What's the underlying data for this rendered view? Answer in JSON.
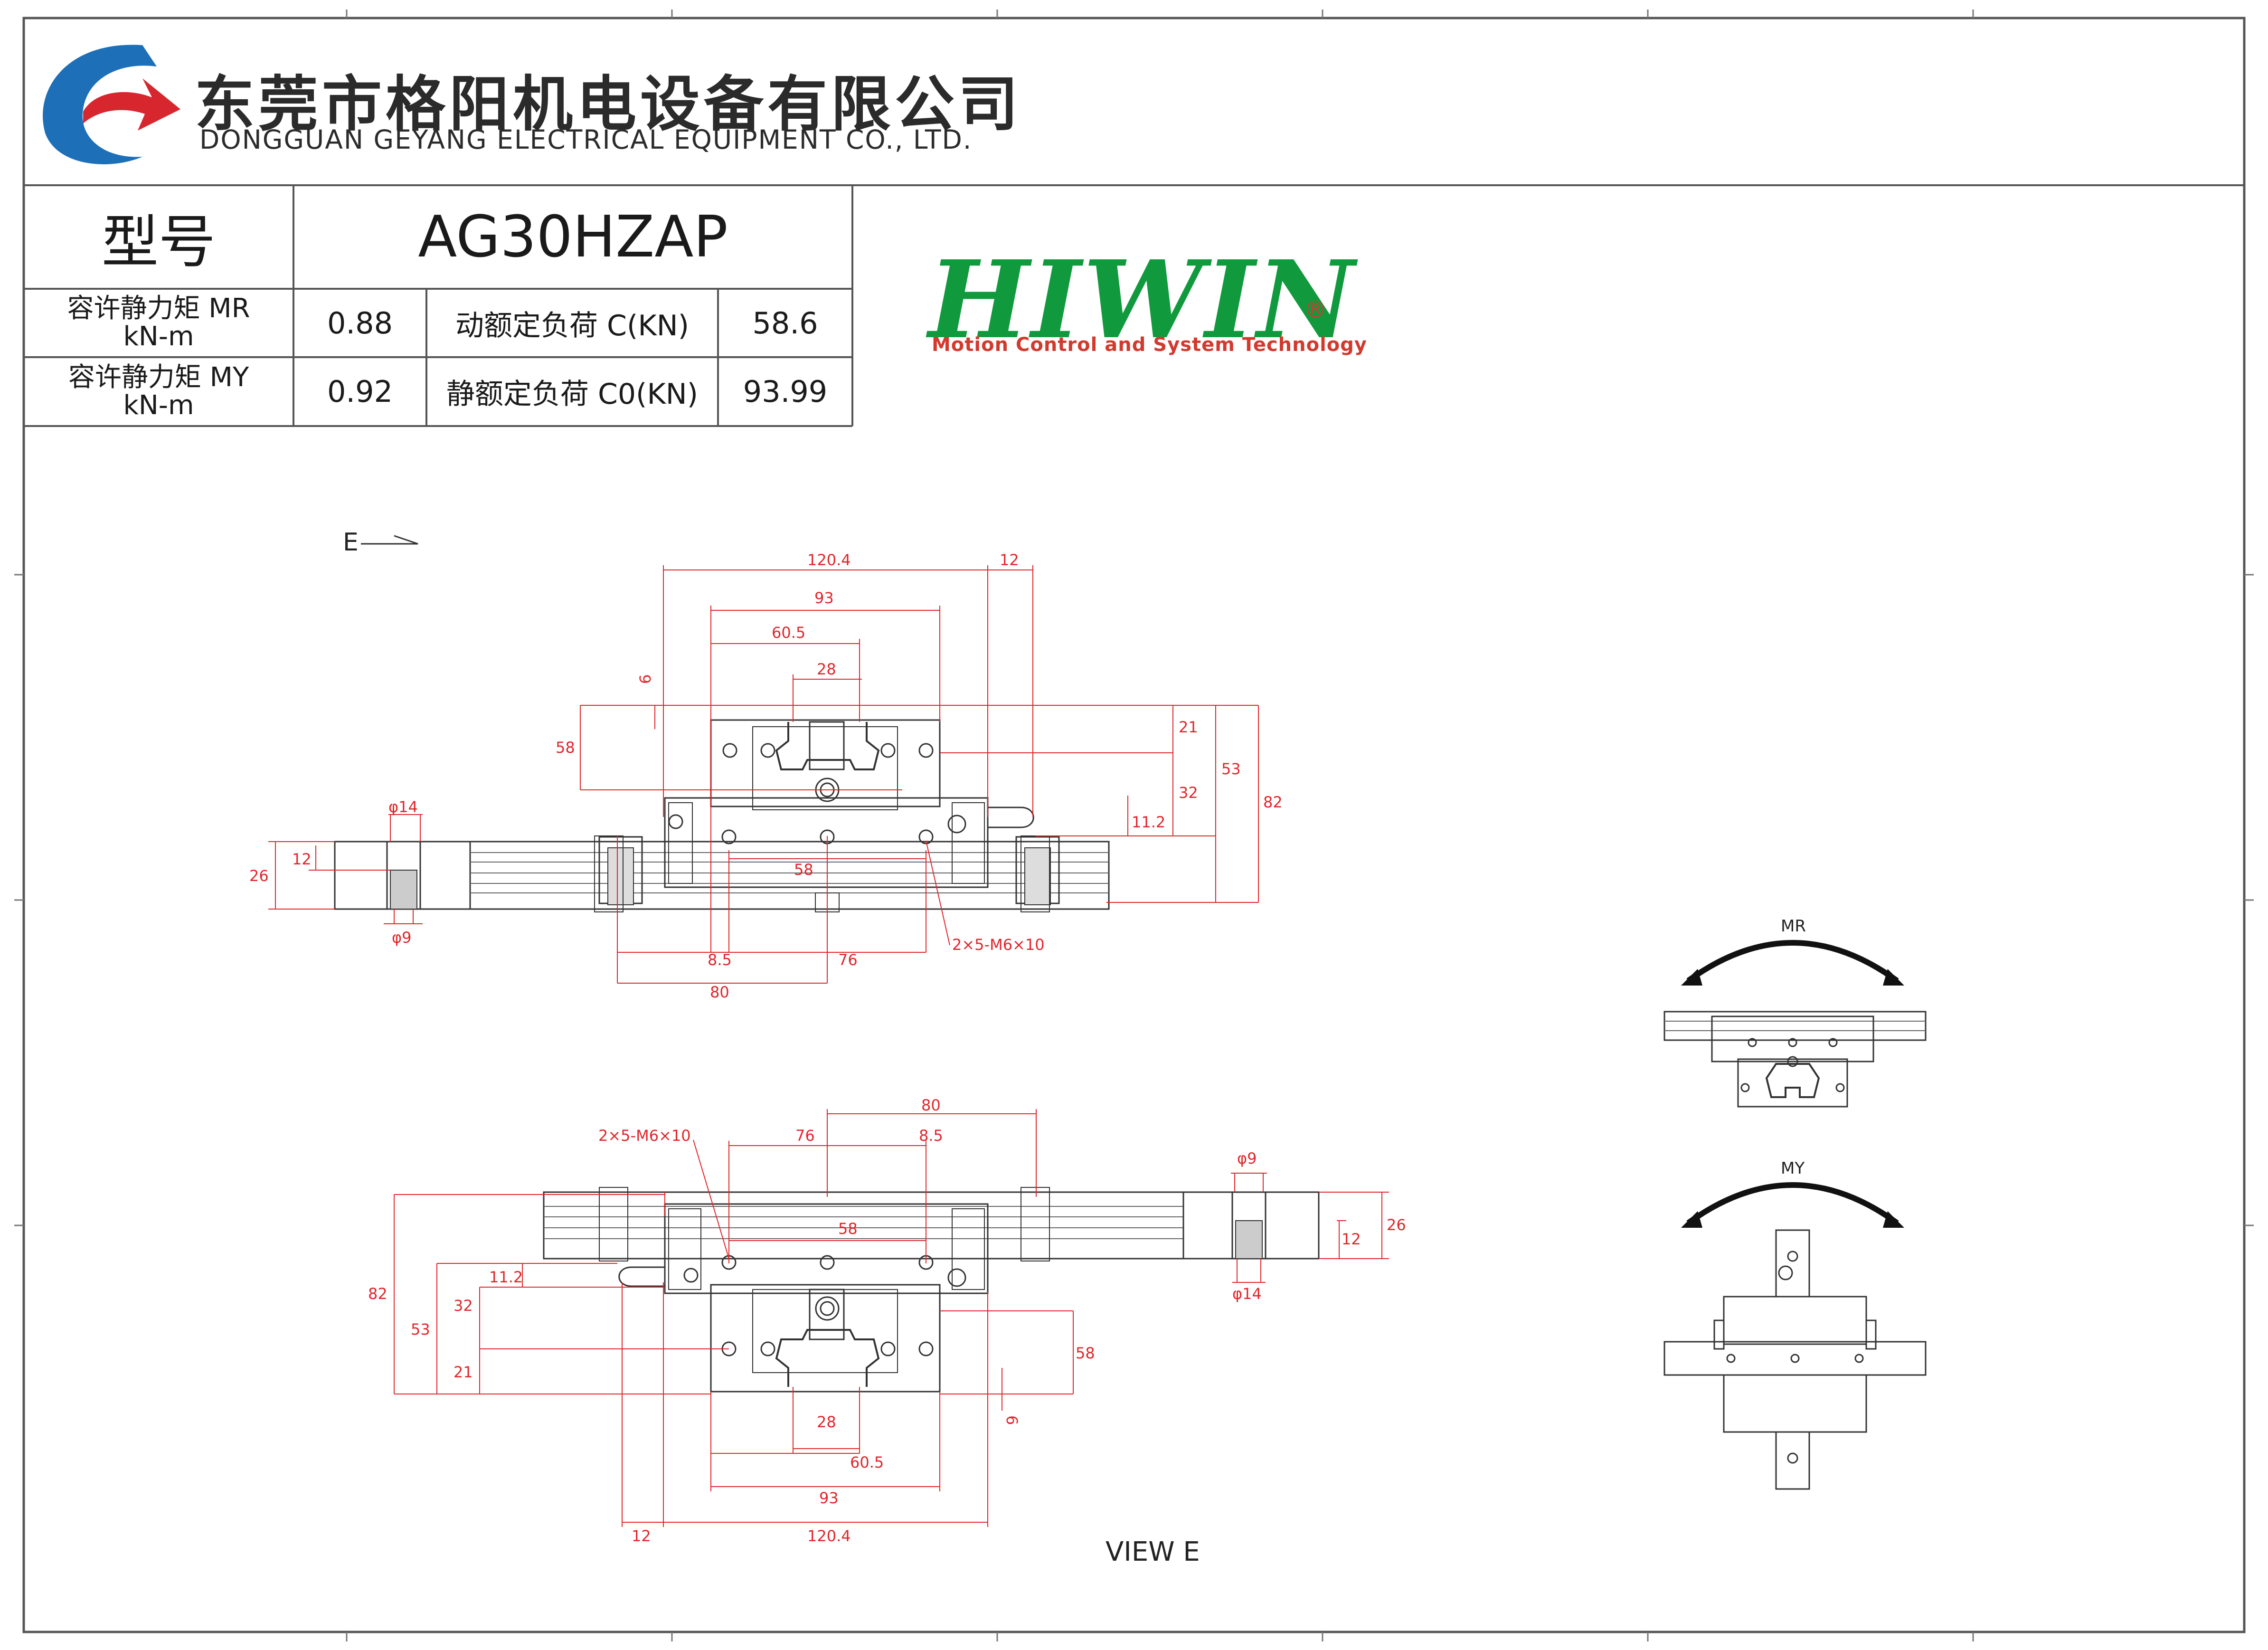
{
  "company": {
    "name_cn": "东莞市格阳机电设备有限公司",
    "name_en": "DONGGUAN GEYANG  ELECTRICAL EQUIPMENT CO., LTD."
  },
  "spec_table": {
    "model_label": "型号",
    "model_value": "AG30HZAP",
    "rows": [
      {
        "label": "容许静力矩 MR",
        "unit": "kN-m",
        "value": "0.88",
        "load_label": "动额定负荷 C(KN)",
        "load_value": "58.6"
      },
      {
        "label": "容许静力矩 MY",
        "unit": "kN-m",
        "value": "0.92",
        "load_label": "静额定负荷 C0(KN)",
        "load_value": "93.99"
      }
    ]
  },
  "brand": {
    "name": "HIWIN",
    "registered": "®",
    "tagline": "Motion Control and System Technology"
  },
  "drawing": {
    "view_marker": "E",
    "view_label": "VIEW E",
    "moment_r": "MR",
    "moment_y": "MY",
    "top_view_dims": [
      "120.4",
      "12",
      "93",
      "60.5",
      "28",
      "6",
      "58",
      "21",
      "53",
      "82",
      "32",
      "11.2",
      "58",
      "8.5",
      "76",
      "80",
      "2×5-M6×10",
      "φ14",
      "φ9",
      "26",
      "12"
    ],
    "bottom_view_dims": [
      "80",
      "76",
      "8.5",
      "2×5-M6×10",
      "58",
      "φ9",
      "φ14",
      "26",
      "12",
      "11.2",
      "32",
      "53",
      "82",
      "21",
      "58",
      "6",
      "28",
      "60.5",
      "93",
      "12",
      "120.4"
    ]
  },
  "colors": {
    "dimension": "#e0262b",
    "line": "#2a2a2a",
    "brand_green": "#119a3d",
    "brand_red": "#d23a2e",
    "logo_blue": "#1d6fb8",
    "logo_red": "#d8262f"
  }
}
